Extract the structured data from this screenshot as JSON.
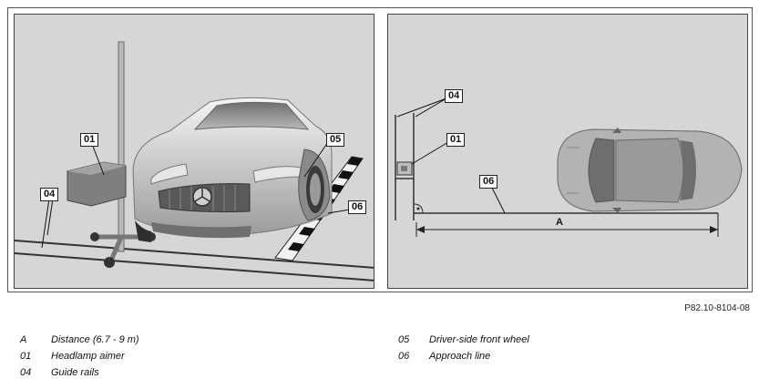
{
  "figure_code": "P82.10-8104-08",
  "left_panel": {
    "callouts": {
      "c01": "01",
      "c04": "04",
      "c05": "05",
      "c06": "06"
    }
  },
  "right_panel": {
    "callouts": {
      "c04": "04",
      "c01": "01",
      "c06": "06",
      "cA": "A"
    }
  },
  "legend_left": [
    {
      "key": "A",
      "text": "Distance (6.7 - 9 m)"
    },
    {
      "key": "01",
      "text": "Headlamp aimer"
    },
    {
      "key": "04",
      "text": "Guide rails"
    }
  ],
  "legend_right": [
    {
      "key": "05",
      "text": "Driver-side front wheel"
    },
    {
      "key": "06",
      "text": "Approach line"
    }
  ]
}
